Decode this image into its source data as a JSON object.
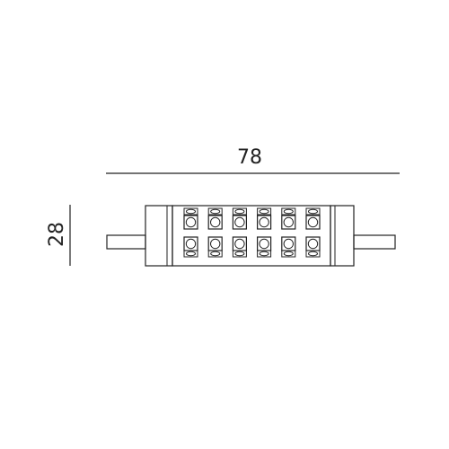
{
  "dimensions": {
    "width_label": "78",
    "height_label": "28"
  },
  "lamp": {
    "led_columns": 6,
    "led_rows_per_group": 2,
    "led_groups": 2
  },
  "colors": {
    "stroke": "#222222",
    "background": "#ffffff"
  }
}
